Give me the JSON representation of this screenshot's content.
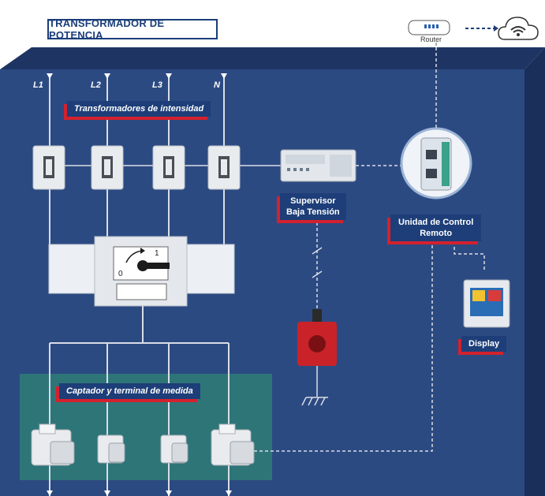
{
  "title": "TRANSFORMADOR DE POTENCIA",
  "phases": [
    "L1",
    "L2",
    "L3",
    "N"
  ],
  "labels": {
    "current_transformers": "Transformadores de intensidad",
    "supervisor_line1": "Supervisor",
    "supervisor_line2": "Baja Tensión",
    "remote_unit_line1": "Unidad de Control",
    "remote_unit_line2": "Remoto",
    "display": "Display",
    "meter": "Captador y terminal de medida"
  },
  "router": {
    "label": "Router"
  },
  "switch": {
    "pos_on": "1",
    "pos_off": "0"
  },
  "colors": {
    "panel": "#2c4a82",
    "panel_top": "#1e3564",
    "panel_side": "#1a2f5a",
    "label_bg": "#1d3e78",
    "label_shadow": "#d3212e",
    "meter_zone": "#2f7c77"
  }
}
